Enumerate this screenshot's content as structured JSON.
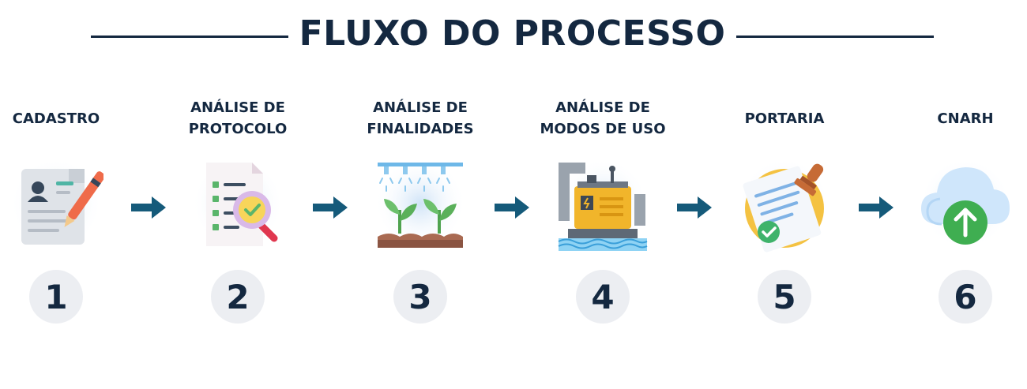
{
  "title": "FLUXO DO PROCESSO",
  "colors": {
    "primary": "#142840",
    "arrow": "#155a7a",
    "number_circle": "#eceef2"
  },
  "steps": [
    {
      "label": "CADASTRO",
      "number": "1",
      "icon": "registration-form-pen-icon"
    },
    {
      "label": "ANÁLISE DE\nPROTOCOLO",
      "number": "2",
      "icon": "document-magnifier-check-icon"
    },
    {
      "label": "ANÁLISE DE\nFINALIDADES",
      "number": "3",
      "icon": "irrigation-sprinkler-plants-icon"
    },
    {
      "label": "ANÁLISE DE\nMODOS DE USO",
      "number": "4",
      "icon": "water-pump-generator-icon"
    },
    {
      "label": "PORTARIA",
      "number": "5",
      "icon": "stamped-document-icon"
    },
    {
      "label": "CNARH",
      "number": "6",
      "icon": "cloud-upload-icon"
    }
  ]
}
